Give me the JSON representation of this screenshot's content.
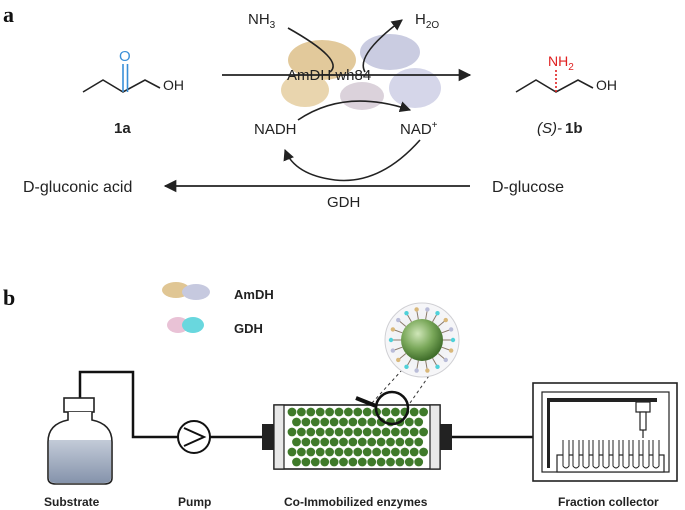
{
  "panel_a": {
    "label": "a",
    "reactant_label": "1a",
    "reactant_oh": "OH",
    "product_label_prefix": "(S)-",
    "product_label_num": "1b",
    "product_nh2": "NH2",
    "product_oh": "OH",
    "nh3": "NH3",
    "h2o": "H2O",
    "enzyme": "AmDH wh84",
    "nadh": "NADH",
    "nad": "NAD+",
    "gluconic": "D-gluconic acid",
    "gdh": "GDH",
    "glucose": "D-glucose"
  },
  "panel_b": {
    "label": "b",
    "legend_amdh": "AmDH",
    "legend_gdh": "GDH",
    "substrate": "Substrate",
    "pump": "Pump",
    "column": "Co-Immobilized enzymes",
    "collector": "Fraction collector"
  },
  "colors": {
    "carbonyl": "#3a8fd8",
    "amine": "#e02020",
    "bead": "#3f7a2a",
    "liquid": "#a9b4c8"
  }
}
